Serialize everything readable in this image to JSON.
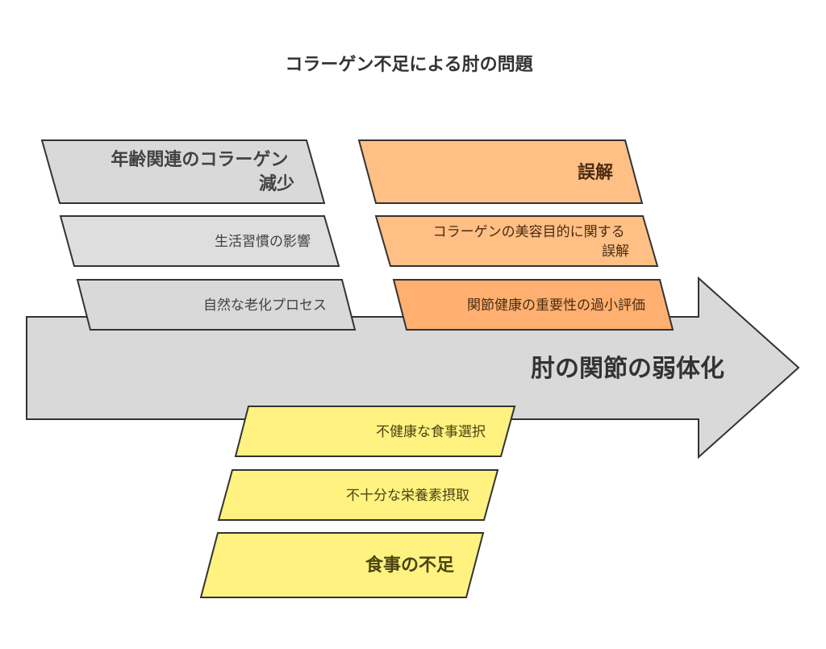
{
  "title": "コラーゲン不足による肘の問題",
  "effect": "肘の関節の弱体化",
  "colors": {
    "arrow": "#d9d9d9",
    "stroke": "#333333",
    "gray": "#d9d9d9",
    "gray_light": "#dedede",
    "orange": "#ffbf85",
    "orange_dark": "#ffb070",
    "yellow": "#fff280",
    "text_gray": "#424242",
    "text_orange": "#4a2c10",
    "text_yellow": "#4a4410"
  },
  "categories": [
    {
      "id": "aging",
      "label_lines": [
        "年齢関連のコラーゲン",
        "減少"
      ],
      "color": "gray",
      "causes": [
        "生活習慣の影響",
        "自然な老化プロセス"
      ]
    },
    {
      "id": "misunderstanding",
      "label_lines": [
        "誤解"
      ],
      "color": "orange",
      "causes": [
        [
          "コラーゲンの美容目的に関する",
          "誤解"
        ],
        [
          "関節健康の重要性の過小評価"
        ]
      ]
    },
    {
      "id": "diet",
      "label_lines": [
        "食事の不足"
      ],
      "color": "yellow",
      "causes": [
        "不健康な食事選択",
        "不十分な栄養素摂取"
      ]
    }
  ]
}
